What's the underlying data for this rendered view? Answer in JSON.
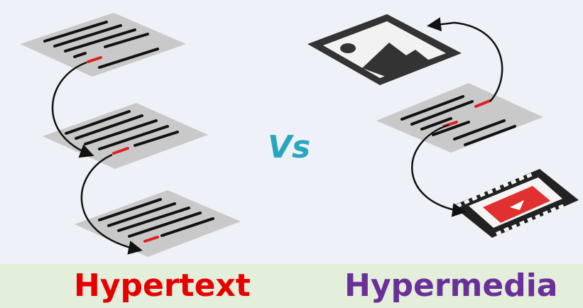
{
  "labels": {
    "left": "Hypertext",
    "right": "Hypermedia",
    "versus": "Vs"
  },
  "colors": {
    "background": "#eef1f7",
    "banner": "#e3eedb",
    "page": "#c9c9c9",
    "text_line": "#111111",
    "link": "#e02020",
    "hypertext_label": "#e60000",
    "hypermedia_label": "#6a2f98",
    "vs": "#29a6bd",
    "video": "#e03030"
  },
  "icons": [
    "document-icon",
    "image-icon",
    "video-icon",
    "link-arrow-icon"
  ]
}
